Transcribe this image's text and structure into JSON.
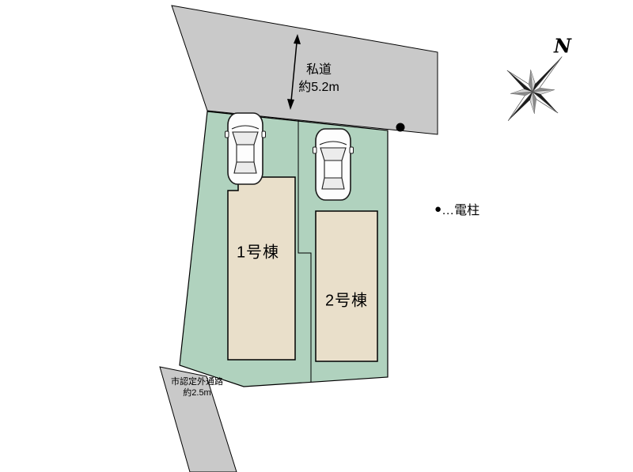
{
  "colors": {
    "road_gray": "#c9c9c9",
    "plot_green": "#b0d2be",
    "building_beige": "#e9dfca",
    "outline_black": "#000000"
  },
  "annotations": {
    "road_top": {
      "name_line": "私道",
      "width_line": "約5.2m"
    },
    "road_bottom": {
      "name_line": "市認定外通路",
      "width_line": "約2.5m"
    }
  },
  "buildings": {
    "b1": "1号棟",
    "b2": "2号棟"
  },
  "legend": {
    "marker": "●",
    "text": "…電柱"
  },
  "compass": {
    "north": "N"
  }
}
